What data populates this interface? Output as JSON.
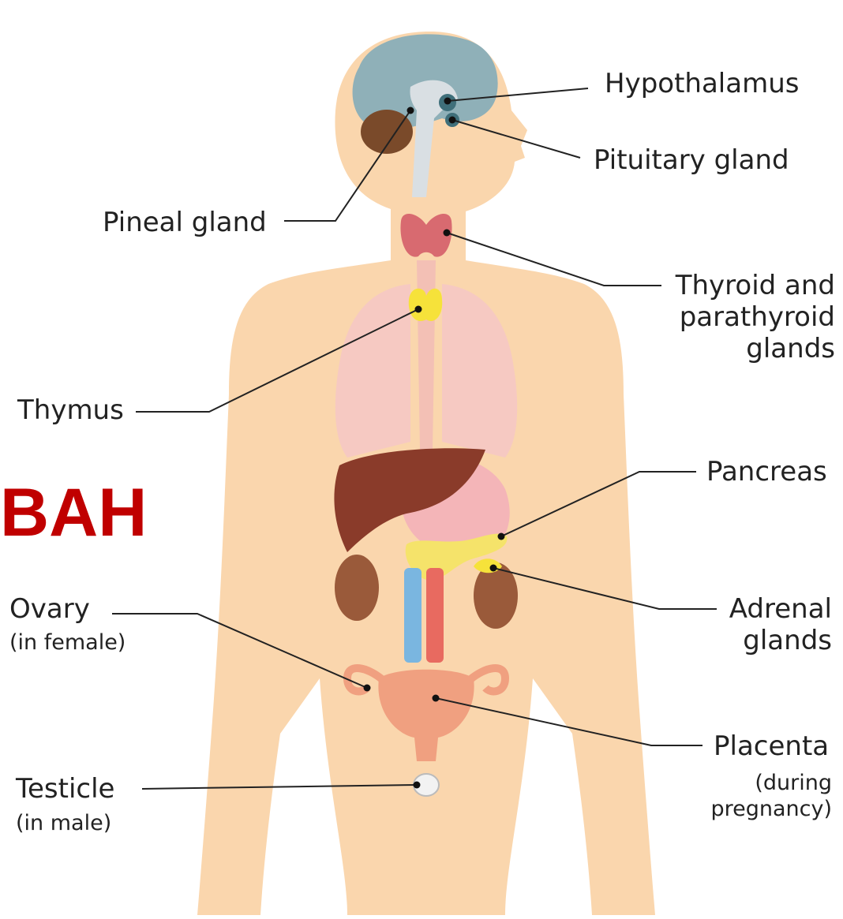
{
  "overlay": {
    "text": "BAH",
    "color": "#c00000"
  },
  "colors": {
    "skin": "#fad6ad",
    "brain": "#8fb0b8",
    "cerebellum": "#7a4a2a",
    "thyroid": "#d86a70",
    "thymus": "#f6e23a",
    "lung": "#f6c9c2",
    "liver": "#8a3b2a",
    "stomach": "#f4b5b8",
    "pancreas": "#f5e36a",
    "kidney": "#9a5a3a",
    "artery": "#e86a60",
    "vein": "#7ab6e0",
    "uterus": "#f0a080"
  },
  "labels": {
    "hypothalamus": "Hypothalamus",
    "pituitary": "Pituitary gland",
    "pineal": "Pineal gland",
    "thyroid": [
      "Thyroid and",
      "parathyroid",
      "glands"
    ],
    "thymus": "Thymus",
    "pancreas": "Pancreas",
    "adrenal": [
      "Adrenal",
      "glands"
    ],
    "ovary": "Ovary",
    "ovary_note": "(in female)",
    "placenta": "Placenta",
    "placenta_note": [
      "(during",
      "pregnancy)"
    ],
    "testicle": "Testicle",
    "testicle_note": "(in male)"
  }
}
